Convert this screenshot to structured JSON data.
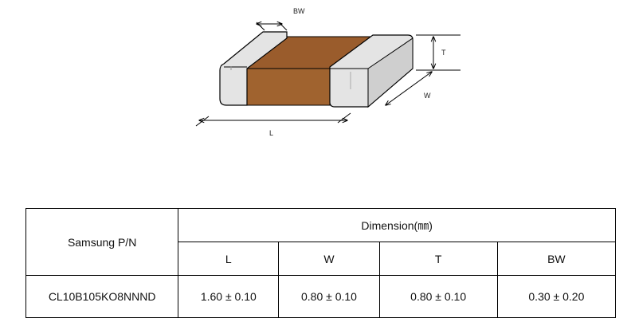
{
  "diagram": {
    "labels": {
      "bw": "BW",
      "t": "T",
      "w": "W",
      "l": "L"
    },
    "colors": {
      "body": "#a0632f",
      "body_top": "#9a5c2c",
      "terminal": "#e4e4e4",
      "terminal_shade": "#c8c8c8",
      "outline": "#000000"
    }
  },
  "table": {
    "pn_header": "Samsung P/N",
    "dimension_header": "Dimension(㎜)",
    "columns": [
      "L",
      "W",
      "T",
      "BW"
    ],
    "row": {
      "part_number": "CL10B105KO8NNND",
      "values": [
        "1.60 ± 0.10",
        "0.80 ± 0.10",
        "0.80 ± 0.10",
        "0.30 ± 0.20"
      ]
    }
  }
}
